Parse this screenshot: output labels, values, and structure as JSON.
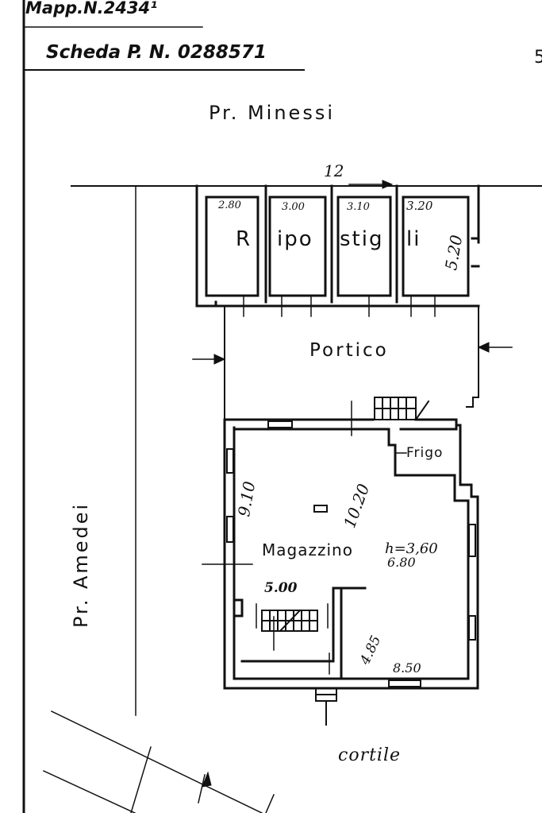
{
  "header": {
    "mappale": "Mapp.N.2434¹",
    "scheda": "Scheda P. N. 0288571",
    "edge_mark": "5"
  },
  "labels": {
    "north_property": "Pr. Minessi",
    "west_property": "Pr. Amedei",
    "portico": "Portico",
    "frigo": "Frigo",
    "magazzino": "Magazzino",
    "height": "h=3,60",
    "cortile": "cortile",
    "ripostigli_parts": [
      "R",
      "ipo",
      "stig",
      "li"
    ]
  },
  "dimensions": {
    "total_width": "12",
    "rip1": "2.80",
    "rip2": "3.00",
    "rip3": "3.10",
    "rip4": "3.20",
    "rip_depth": "5.20",
    "mag_left": "9.10",
    "mag_diag": "10.20",
    "mag_inner": "6.80",
    "mag_lower_left": "5.00",
    "mag_lower_right_v": "4.85",
    "mag_lower_right_h": "8.50"
  },
  "colors": {
    "ink": "#111111",
    "paper": "#ffffff"
  }
}
